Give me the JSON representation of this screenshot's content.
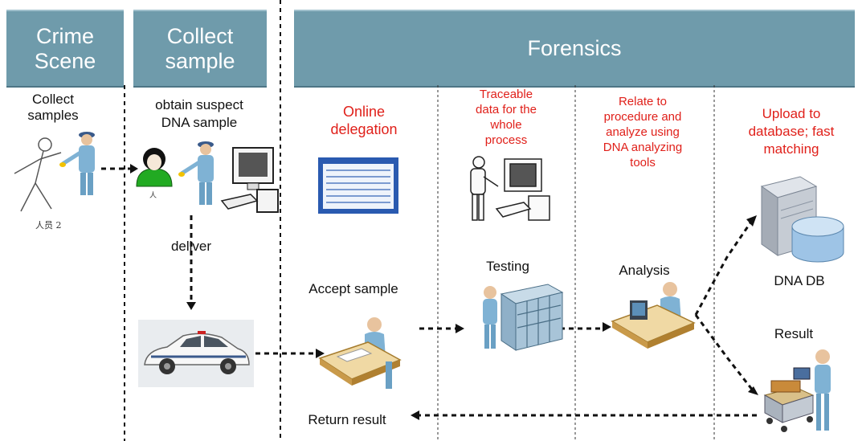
{
  "headers": {
    "crime_scene": "Crime\nScene",
    "collect_sample": "Collect\nsample",
    "forensics": "Forensics"
  },
  "labels": {
    "collect_samples": "Collect\nsamples",
    "obtain_suspect": "obtain suspect\nDNA sample",
    "deliver": "deliver",
    "accept_sample": "Accept sample",
    "return_result": "Return result",
    "testing": "Testing",
    "analysis": "Analysis",
    "dna_db": "DNA DB",
    "result": "Result",
    "figure_tag": "人员 2",
    "person_tag": "人"
  },
  "red_notes": {
    "online_delegation": "Online\ndelegation",
    "traceable": "Traceable\ndata for the\nwhole\nprocess",
    "relate": "Relate to\nprocedure and\nanalyze using\nDNA analyzing\ntools",
    "upload": "Upload to\ndatabase; fast\nmatching"
  },
  "colors": {
    "header_bg": "#6f9bab",
    "note_red": "#e0201a",
    "suspect_green": "#22aa22",
    "officer_blue": "#7fb2d4"
  },
  "icons": [
    "stick-figure-icon",
    "police-officer-icon",
    "suspect-icon",
    "computer-icon",
    "form-window-icon",
    "police-car-icon",
    "clerk-desk-icon",
    "server-rack-icon",
    "analyst-desk-icon",
    "database-icon",
    "result-cart-icon"
  ]
}
